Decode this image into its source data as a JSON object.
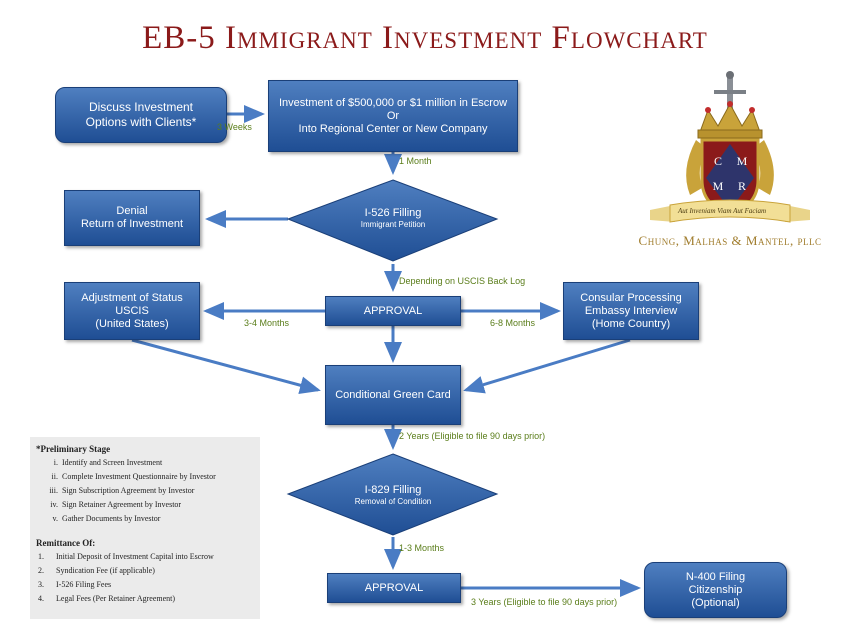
{
  "title": "EB-5 Immigrant Investment Flowchart",
  "nodes": {
    "discuss": [
      "Discuss Investment",
      "Options with Clients*"
    ],
    "investment": [
      "Investment of $500,000 or $1 million in Escrow",
      "Or",
      "Into Regional Center or New Company"
    ],
    "i526": {
      "main": "I-526 Filling",
      "sub": "Immigrant Petition"
    },
    "denial": [
      "Denial",
      "Return of Investment"
    ],
    "approval1": "APPROVAL",
    "adjustment": [
      "Adjustment of Status",
      "USCIS",
      "(United States)"
    ],
    "consular": [
      "Consular Processing",
      "Embassy Interview",
      "(Home Country)"
    ],
    "green_card": "Conditional Green Card",
    "i829": {
      "main": "I-829 Filling",
      "sub": "Removal of Condition"
    },
    "approval2": "APPROVAL",
    "n400": [
      "N-400 Filing",
      "Citizenship",
      "(Optional)"
    ]
  },
  "edge_labels": {
    "weeks3": "3 Weeks",
    "month1": "1 Month",
    "backlog": "Depending on USCIS Back Log",
    "months34": "3-4 Months",
    "months68": "6-8 Months",
    "years2": "2 Years (Eligible to file 90 days prior)",
    "months13": "1-3 Months",
    "years3": "3 Years (Eligible to file 90 days prior)"
  },
  "preliminary": {
    "heading": "*Preliminary Stage",
    "items": [
      {
        "num": "i.",
        "text": "Identify and Screen Investment"
      },
      {
        "num": "ii.",
        "text": "Complete Investment Questionnaire by Investor"
      },
      {
        "num": "iii.",
        "text": "Sign Subscription Agreement by Investor"
      },
      {
        "num": "iv.",
        "text": "Sign Retainer Agreement by Investor"
      },
      {
        "num": "v.",
        "text": "Gather Documents by Investor"
      }
    ]
  },
  "remittance": {
    "heading": "Remittance Of:",
    "items": [
      {
        "num": "1.",
        "text": "Initial Deposit of Investment Capital into Escrow"
      },
      {
        "num": "2.",
        "text": "Syndication Fee (if applicable)"
      },
      {
        "num": "3.",
        "text": "I-526 Filing Fees"
      },
      {
        "num": "4.",
        "text": "Legal Fees (Per Retainer Agreement)"
      }
    ]
  },
  "logo": {
    "letters": [
      "C",
      "M",
      "M",
      "R"
    ],
    "motto": "Aut Inveniam Viam Aut Faciam",
    "name": "Chung, Malhas & Mantel, pllc"
  },
  "colors": {
    "title": "#8b1a1a",
    "box": "#2f62a8",
    "arrow": "#4a7cc4",
    "label": "#5a7d1a",
    "gold": "#a07c2c"
  }
}
